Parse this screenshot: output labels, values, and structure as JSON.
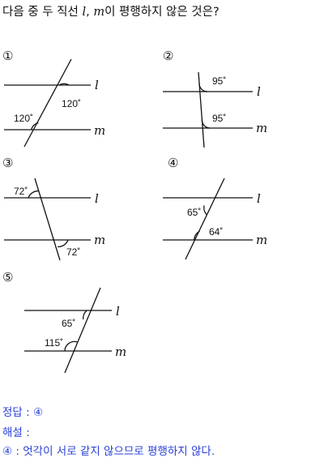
{
  "question": {
    "pre": "다음 중 두 직선 ",
    "var_l": "l",
    "sep": ", ",
    "var_m": "m",
    "post": "이 평행하지 않은 것은?"
  },
  "options": [
    {
      "number": "①",
      "angles": [
        "120˚",
        "120˚"
      ],
      "line_labels": [
        "l",
        "m"
      ]
    },
    {
      "number": "②",
      "angles": [
        "95˚",
        "95˚"
      ],
      "line_labels": [
        "l",
        "m"
      ]
    },
    {
      "number": "③",
      "angles": [
        "72˚",
        "72˚"
      ],
      "line_labels": [
        "l",
        "m"
      ]
    },
    {
      "number": "④",
      "angles": [
        "65˚",
        "64˚"
      ],
      "line_labels": [
        "l",
        "m"
      ]
    },
    {
      "number": "⑤",
      "angles": [
        "65˚",
        "115˚"
      ],
      "line_labels": [
        "l",
        "m"
      ]
    }
  ],
  "answer": {
    "line1": "정답 : ④",
    "line2": "해설 :",
    "line3": "④ : 엇각이 서로 같지 않으므로 평행하지 않다."
  },
  "colors": {
    "text": "#111111",
    "answer": "#2a3fd8"
  }
}
